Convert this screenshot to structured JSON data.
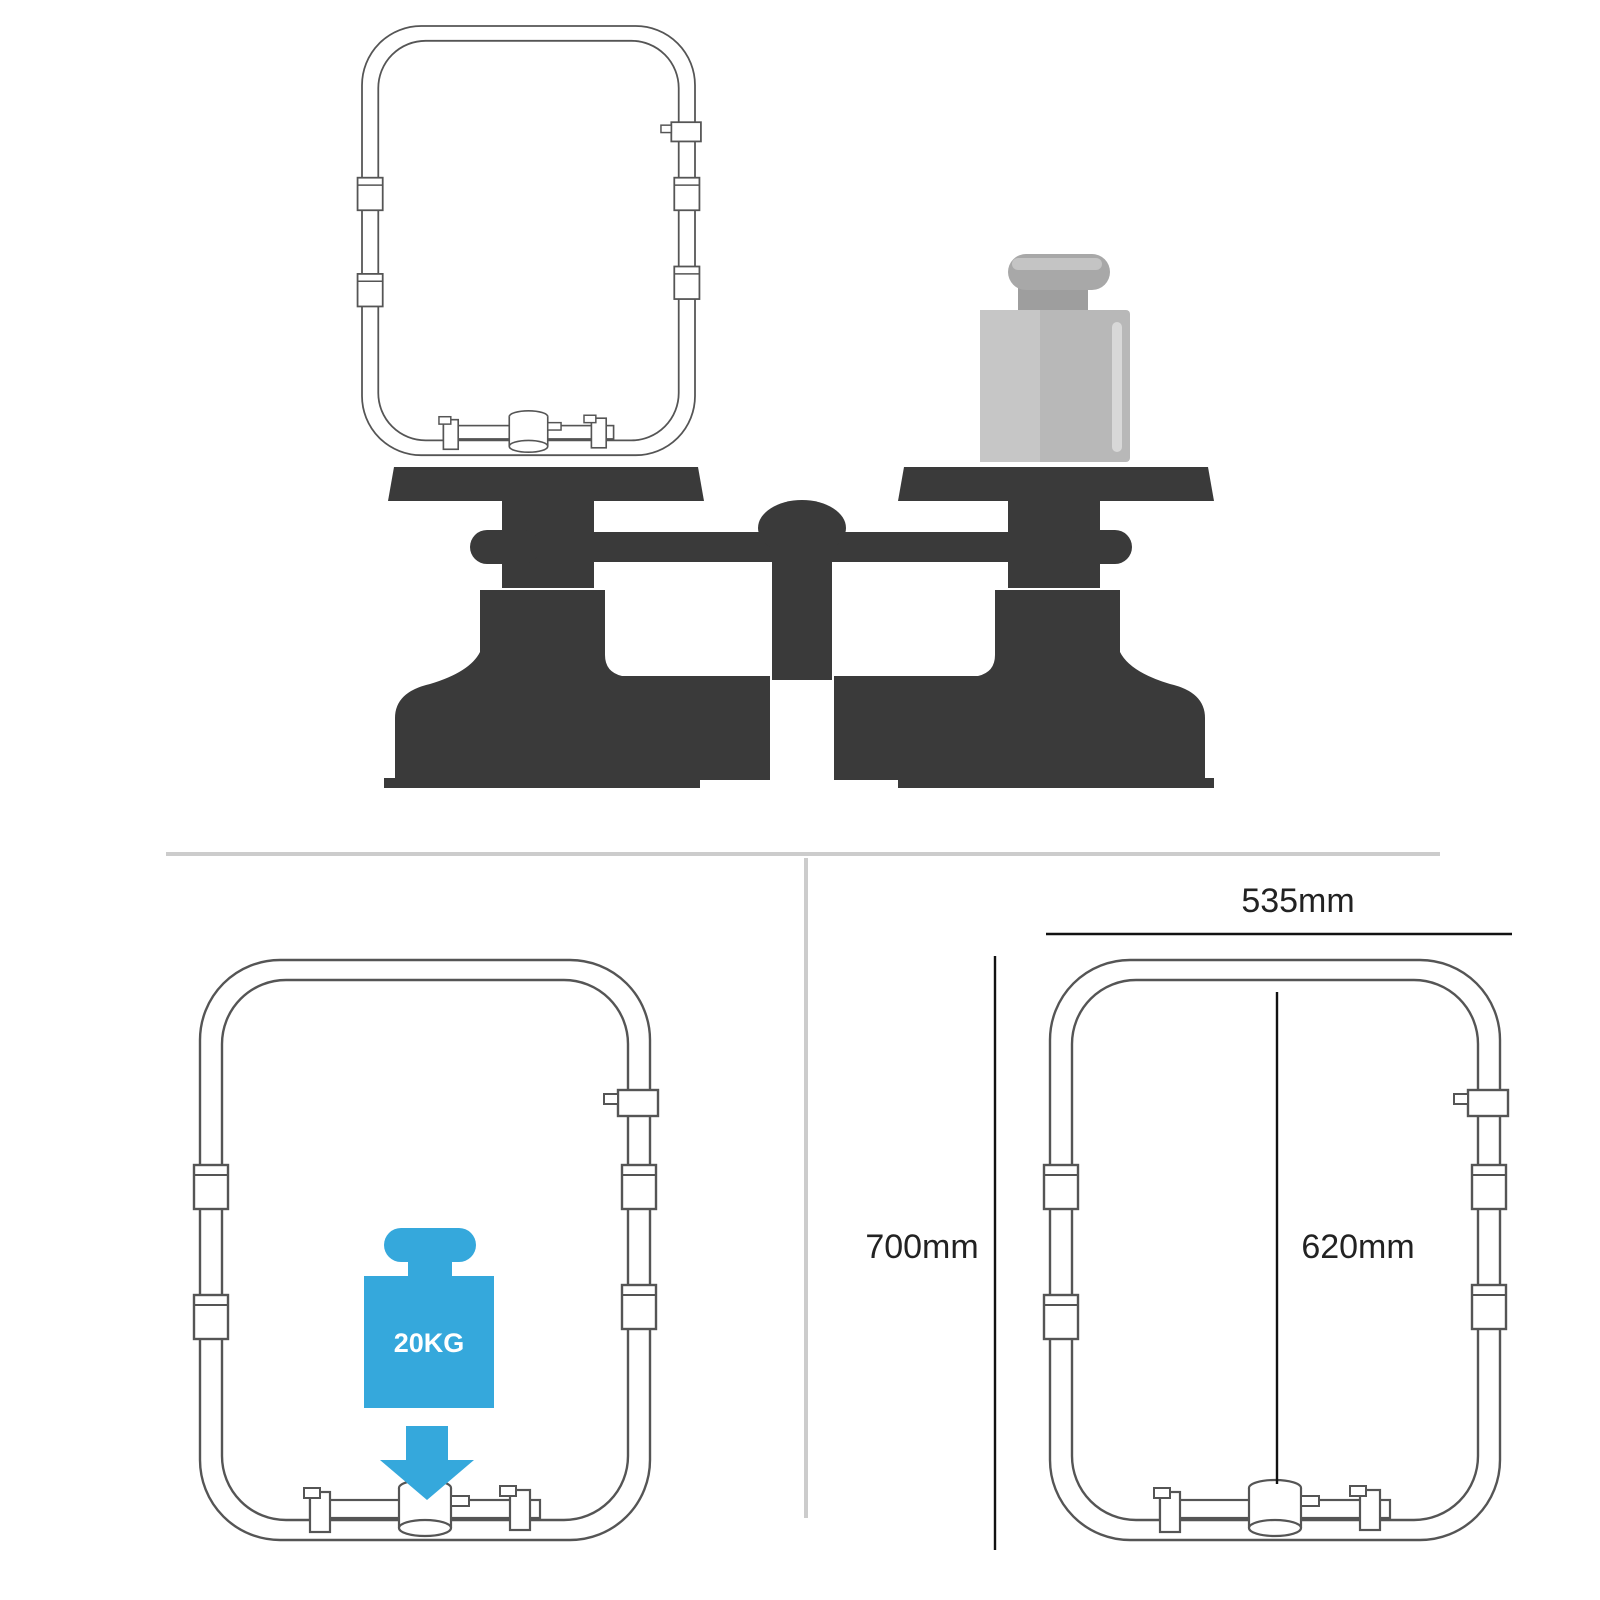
{
  "colors": {
    "scale": "#3a3a3a",
    "frame_stroke": "#555555",
    "weight_gray": "#b8b8b8",
    "weight_blue": "#35a8dc",
    "divider": "#cccccc",
    "text": "#222222"
  },
  "top_panel": {
    "scale_icon": "balance-scale-icon",
    "weight_icon": "calibration-weight-icon",
    "frame_icon": "basket-frame-icon"
  },
  "load_panel": {
    "weight_label": "20KG",
    "arrow_icon": "down-arrow-icon",
    "frame_icon": "basket-frame-icon"
  },
  "dimensions_panel": {
    "width_label": "535mm",
    "outer_height_label": "700mm",
    "inner_height_label": "620mm",
    "frame_icon": "basket-frame-icon"
  }
}
